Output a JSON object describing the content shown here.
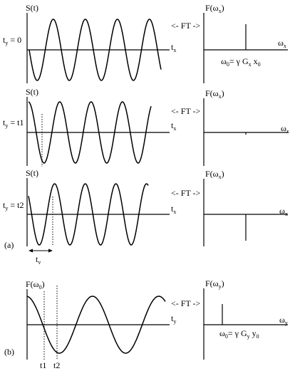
{
  "panel_a_label": "(a)",
  "panel_b_label": "(b)",
  "ft_arrow": "<- FT ->",
  "time_signal": {
    "axis_label_main": "S(t)",
    "x_axis_main": "t",
    "x_axis_sub": "x"
  },
  "ty_prefix_main": "t",
  "ty_prefix_sub": "y",
  "rows": [
    {
      "ty_value": " = 0"
    },
    {
      "ty_value": " = t1"
    },
    {
      "ty_value": " = t2"
    }
  ],
  "freq_x": {
    "label_main": "F(ω",
    "label_sub": "x",
    "label_close": ")",
    "omega_axis_main": "ω",
    "omega_axis_sub": "x"
  },
  "omega0_x_label": {
    "p1": "ω",
    "p1_sub": "0",
    "p2": "= γ G",
    "p2_sub": "x",
    "p3": " x",
    "p3_sub": "0"
  },
  "tv_label": {
    "main": "t",
    "sub": "v"
  },
  "panel_b": {
    "signal_label_main": "F(ω",
    "signal_label_sub": "0",
    "signal_label_close": ")",
    "x_axis_main": "t",
    "x_axis_sub": "y",
    "t1": "t1",
    "t2": "t2",
    "freq_label_main": "F(ω",
    "freq_label_sub": "y",
    "freq_label_close": ")",
    "omega_axis_main": "ω",
    "omega_axis_sub": "y",
    "omega0": {
      "p1": "ω",
      "p1_sub": "0",
      "p2": "= γ G",
      "p2_sub": "y",
      "p3": " y",
      "p3_sub": "0"
    }
  }
}
